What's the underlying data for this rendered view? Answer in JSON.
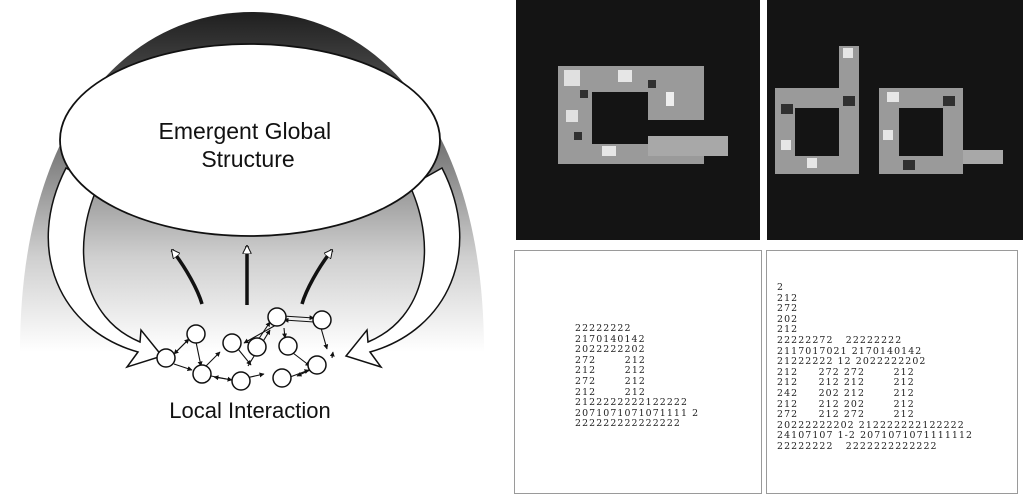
{
  "diagram": {
    "global_label": "Emergent Global Structure",
    "global_label_lines": [
      "Emergent Global",
      "Structure"
    ],
    "local_label": "Local Interaction"
  },
  "ca_panels": {
    "left_grid": [
      "22222222",
      "2170140142",
      "2022222202",
      "272       212",
      "212       212",
      "272       212",
      "212       212",
      "2122222222122222",
      "2071071071071111 2",
      "222222222222222"
    ],
    "right_grid": [
      "2",
      "212",
      "272",
      "202",
      "212",
      "22222272   22222222",
      "2117017021 2170140142",
      "21222222 12 2022222202",
      "212     272 272       212",
      "212     212 212       212",
      "242     202 212       212",
      "212     212 202       212",
      "272     212 272       212",
      "20222222202 212222222122222",
      "24107107 1-2 2071071071111112",
      "22222222   2222222222222"
    ]
  }
}
